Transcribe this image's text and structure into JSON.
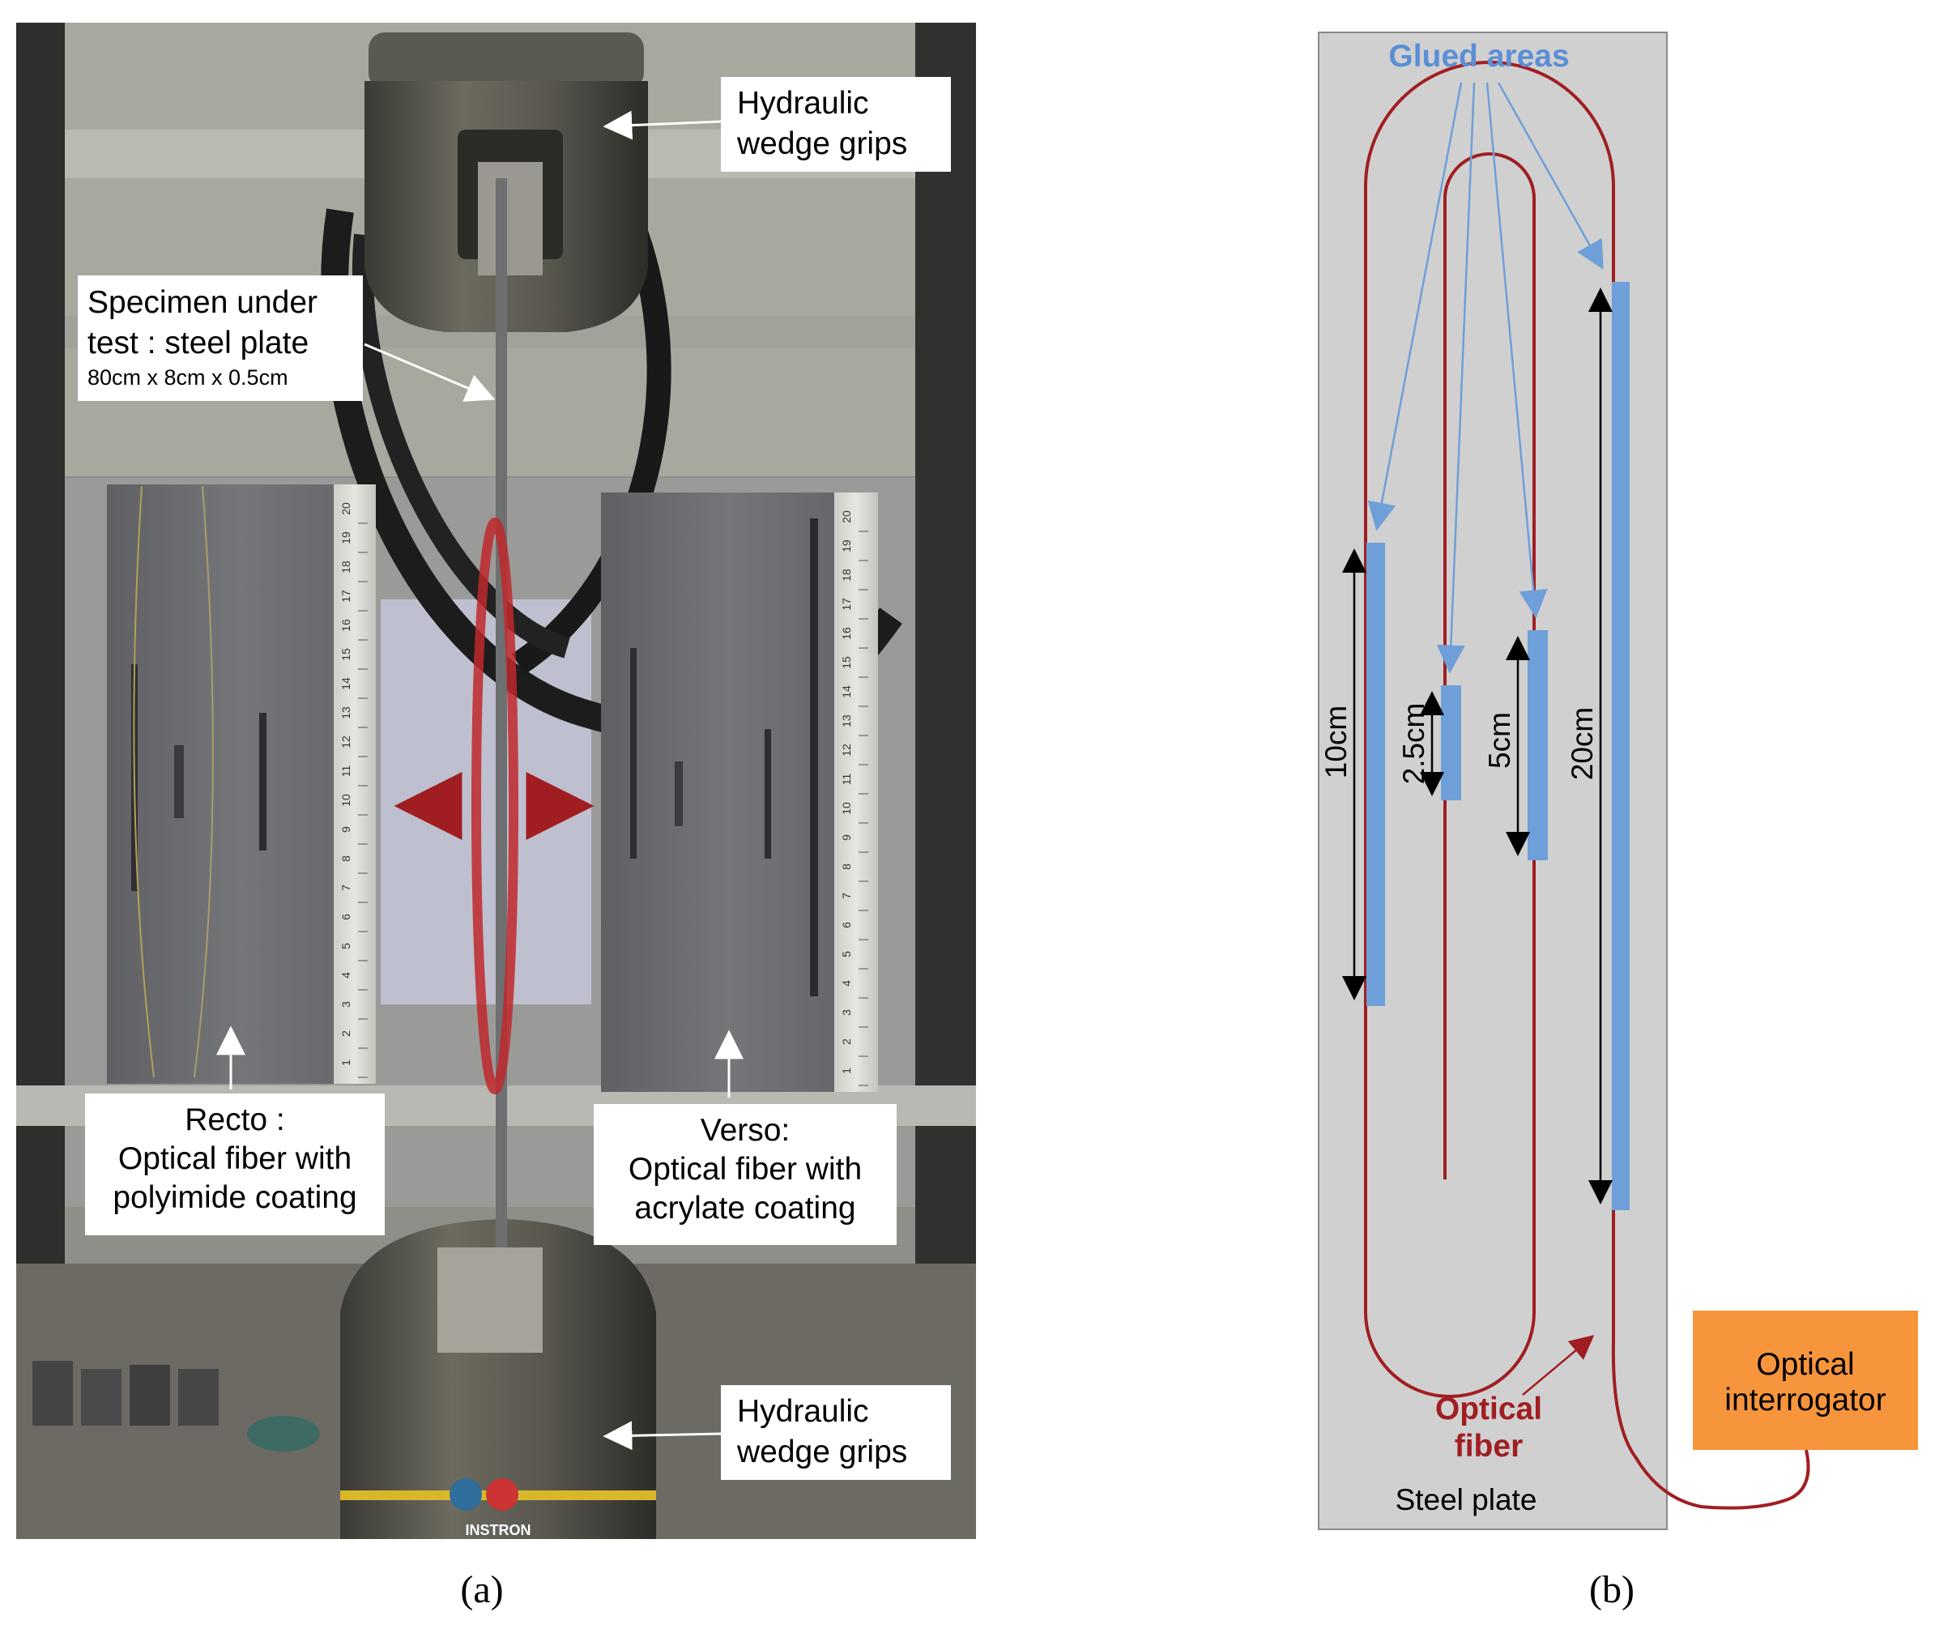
{
  "panel_a": {
    "caption": "(a)",
    "callouts": {
      "top_grips": [
        "Hydraulic",
        "wedge grips"
      ],
      "specimen": [
        "Specimen under",
        "test : steel plate"
      ],
      "specimen_dims": "80cm x 8cm x 0.5cm",
      "recto": [
        "Recto :",
        "Optical fiber with",
        "polyimide coating"
      ],
      "verso": [
        "Verso:",
        "Optical fiber with",
        "acrylate coating"
      ],
      "bottom_grips": [
        "Hydraulic",
        "wedge grips"
      ]
    },
    "machine_brand": "INSTRON",
    "ruler_ticks": [
      "1",
      "2",
      "3",
      "4",
      "5",
      "6",
      "7",
      "8",
      "9",
      "10",
      "11",
      "12",
      "13",
      "14",
      "15",
      "16",
      "17",
      "18",
      "19",
      "20"
    ]
  },
  "panel_b": {
    "caption": "(b)",
    "glued_areas_label": "Glued areas",
    "glued_segments": [
      {
        "label": "10cm",
        "length_cm": 10
      },
      {
        "label": "2.5cm",
        "length_cm": 2.5
      },
      {
        "label": "5cm",
        "length_cm": 5
      },
      {
        "label": "20cm",
        "length_cm": 20
      }
    ],
    "fiber_label": [
      "Optical",
      "fiber"
    ],
    "plate_label": "Steel plate",
    "interrogator_label": [
      "Optical",
      "interrogator"
    ]
  },
  "colors": {
    "fiber": "#a01e22",
    "glue": "#6f9fd8",
    "glue_label": "#5b8fd6",
    "plate": "#d0d0d0",
    "interrogator": "#f7953c",
    "photo_highlight": "#c0282c"
  }
}
